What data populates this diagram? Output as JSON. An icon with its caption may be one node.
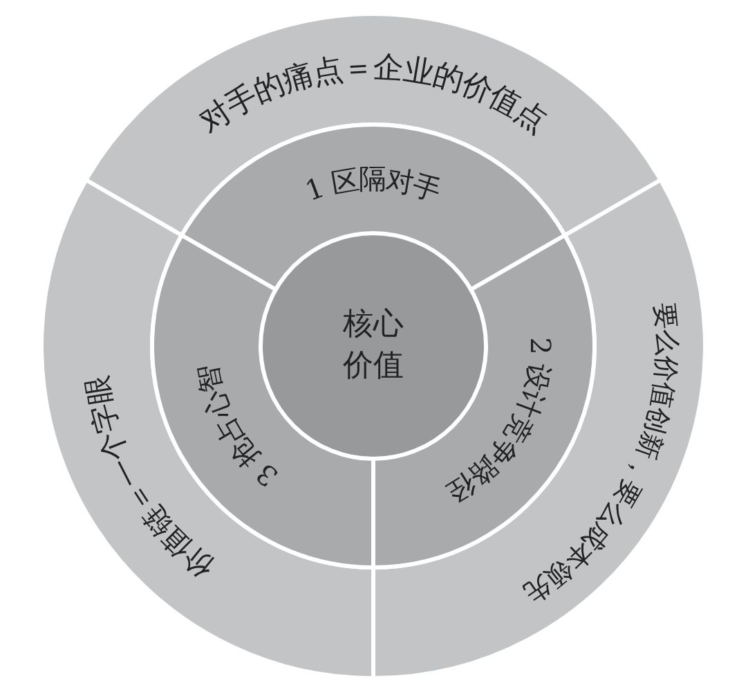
{
  "diagram": {
    "nodes": [
      {
        "text": [
          "对手的痛点＝企业的价值点"
        ]
      },
      {
        "text": [
          "要么价值创新，要么成本领先"
        ]
      },
      {
        "text": [
          "价值链＝一个字眼"
        ]
      },
      {
        "text": [
          "1 区隔对手"
        ]
      },
      {
        "text": [
          "2 设计竞争路径"
        ]
      },
      {
        "text": [
          "3 抢占心智"
        ]
      },
      {
        "text": [
          "核心价值"
        ]
      }
    ]
  }
}
